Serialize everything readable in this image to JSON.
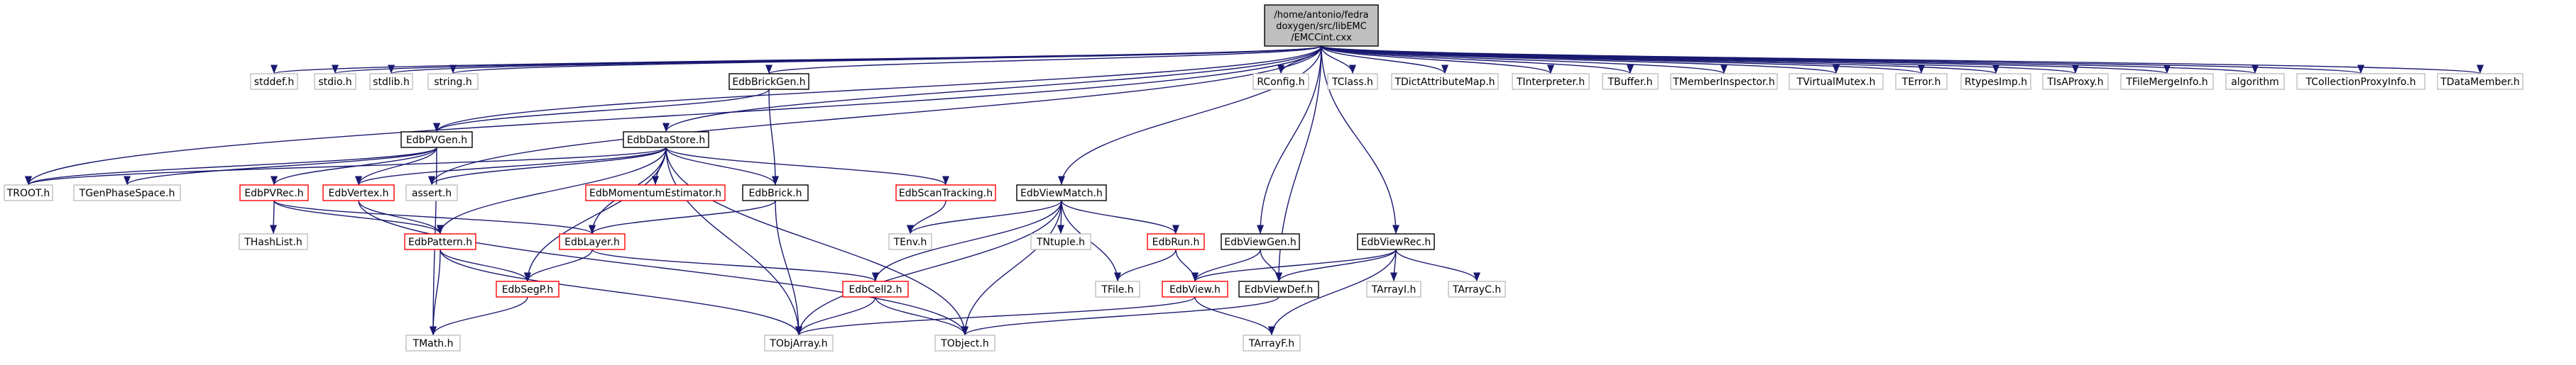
{
  "diagram": {
    "colors": {
      "edge": "#191970",
      "root_fill": "#bfbfbf",
      "root_border": "#000000",
      "local_border": "#000000",
      "incomplete_border": "#ff0000",
      "system_border": "#bfbfbf",
      "fill": "#ffffff"
    },
    "nodes": [
      {
        "id": "root",
        "lines": [
          "/home/antonio/fedra",
          "doxygen/src/libEMC",
          "/EMCCint.cxx"
        ],
        "kind": "root"
      },
      {
        "id": "stddef",
        "lines": [
          "stddef.h"
        ],
        "kind": "system"
      },
      {
        "id": "stdio",
        "lines": [
          "stdio.h"
        ],
        "kind": "system"
      },
      {
        "id": "stdlib",
        "lines": [
          "stdlib.h"
        ],
        "kind": "system"
      },
      {
        "id": "string",
        "lines": [
          "string.h"
        ],
        "kind": "system"
      },
      {
        "id": "brickgen",
        "lines": [
          "EdbBrickGen.h"
        ],
        "kind": "local"
      },
      {
        "id": "rconfig",
        "lines": [
          "RConfig.h"
        ],
        "kind": "system"
      },
      {
        "id": "tclass",
        "lines": [
          "TClass.h"
        ],
        "kind": "system"
      },
      {
        "id": "tdict",
        "lines": [
          "TDictAttributeMap.h"
        ],
        "kind": "system"
      },
      {
        "id": "tinterp",
        "lines": [
          "TInterpreter.h"
        ],
        "kind": "system"
      },
      {
        "id": "tbuffer",
        "lines": [
          "TBuffer.h"
        ],
        "kind": "system"
      },
      {
        "id": "tmember",
        "lines": [
          "TMemberInspector.h"
        ],
        "kind": "system"
      },
      {
        "id": "tvirtmutex",
        "lines": [
          "TVirtualMutex.h"
        ],
        "kind": "system"
      },
      {
        "id": "terror",
        "lines": [
          "TError.h"
        ],
        "kind": "system"
      },
      {
        "id": "rtypes",
        "lines": [
          "RtypesImp.h"
        ],
        "kind": "system"
      },
      {
        "id": "tisaproxy",
        "lines": [
          "TIsAProxy.h"
        ],
        "kind": "system"
      },
      {
        "id": "tfilemerge",
        "lines": [
          "TFileMergeInfo.h"
        ],
        "kind": "system"
      },
      {
        "id": "algorithm",
        "lines": [
          "algorithm"
        ],
        "kind": "system"
      },
      {
        "id": "tcollproxy",
        "lines": [
          "TCollectionProxyInfo.h"
        ],
        "kind": "system"
      },
      {
        "id": "tdatamember",
        "lines": [
          "TDataMember.h"
        ],
        "kind": "system"
      },
      {
        "id": "pvgen",
        "lines": [
          "EdbPVGen.h"
        ],
        "kind": "local"
      },
      {
        "id": "datastore",
        "lines": [
          "EdbDataStore.h"
        ],
        "kind": "local"
      },
      {
        "id": "troot",
        "lines": [
          "TROOT.h"
        ],
        "kind": "system"
      },
      {
        "id": "tgenphase",
        "lines": [
          "TGenPhaseSpace.h"
        ],
        "kind": "system"
      },
      {
        "id": "pvrec",
        "lines": [
          "EdbPVRec.h"
        ],
        "kind": "incomplete"
      },
      {
        "id": "vertex",
        "lines": [
          "EdbVertex.h"
        ],
        "kind": "incomplete"
      },
      {
        "id": "assert",
        "lines": [
          "assert.h"
        ],
        "kind": "system"
      },
      {
        "id": "momentum",
        "lines": [
          "EdbMomentumEstimator.h"
        ],
        "kind": "incomplete"
      },
      {
        "id": "brick",
        "lines": [
          "EdbBrick.h"
        ],
        "kind": "local"
      },
      {
        "id": "scantrack",
        "lines": [
          "EdbScanTracking.h"
        ],
        "kind": "incomplete"
      },
      {
        "id": "viewmatch",
        "lines": [
          "EdbViewMatch.h"
        ],
        "kind": "local"
      },
      {
        "id": "thashlist",
        "lines": [
          "THashList.h"
        ],
        "kind": "system"
      },
      {
        "id": "pattern",
        "lines": [
          "EdbPattern.h"
        ],
        "kind": "incomplete"
      },
      {
        "id": "layer",
        "lines": [
          "EdbLayer.h"
        ],
        "kind": "incomplete"
      },
      {
        "id": "tenv",
        "lines": [
          "TEnv.h"
        ],
        "kind": "system"
      },
      {
        "id": "tntuple",
        "lines": [
          "TNtuple.h"
        ],
        "kind": "system"
      },
      {
        "id": "run",
        "lines": [
          "EdbRun.h"
        ],
        "kind": "incomplete"
      },
      {
        "id": "viewgen",
        "lines": [
          "EdbViewGen.h"
        ],
        "kind": "local"
      },
      {
        "id": "viewrec",
        "lines": [
          "EdbViewRec.h"
        ],
        "kind": "local"
      },
      {
        "id": "segp",
        "lines": [
          "EdbSegP.h"
        ],
        "kind": "incomplete"
      },
      {
        "id": "cell2",
        "lines": [
          "EdbCell2.h"
        ],
        "kind": "incomplete"
      },
      {
        "id": "tfile",
        "lines": [
          "TFile.h"
        ],
        "kind": "system"
      },
      {
        "id": "view",
        "lines": [
          "EdbView.h"
        ],
        "kind": "incomplete"
      },
      {
        "id": "viewdef",
        "lines": [
          "EdbViewDef.h"
        ],
        "kind": "local"
      },
      {
        "id": "tarrayi",
        "lines": [
          "TArrayI.h"
        ],
        "kind": "system"
      },
      {
        "id": "tarrayc",
        "lines": [
          "TArrayC.h"
        ],
        "kind": "system"
      },
      {
        "id": "tmath",
        "lines": [
          "TMath.h"
        ],
        "kind": "system"
      },
      {
        "id": "tobjarray",
        "lines": [
          "TObjArray.h"
        ],
        "kind": "system"
      },
      {
        "id": "tobject",
        "lines": [
          "TObject.h"
        ],
        "kind": "system"
      },
      {
        "id": "tarrayf",
        "lines": [
          "TArrayF.h"
        ],
        "kind": "system"
      }
    ],
    "edges": [
      [
        "root",
        "stddef"
      ],
      [
        "root",
        "stdio"
      ],
      [
        "root",
        "stdlib"
      ],
      [
        "root",
        "string"
      ],
      [
        "root",
        "brickgen"
      ],
      [
        "root",
        "rconfig"
      ],
      [
        "root",
        "tclass"
      ],
      [
        "root",
        "tdict"
      ],
      [
        "root",
        "tinterp"
      ],
      [
        "root",
        "tbuffer"
      ],
      [
        "root",
        "tmember"
      ],
      [
        "root",
        "tvirtmutex"
      ],
      [
        "root",
        "terror"
      ],
      [
        "root",
        "rtypes"
      ],
      [
        "root",
        "tisaproxy"
      ],
      [
        "root",
        "tfilemerge"
      ],
      [
        "root",
        "algorithm"
      ],
      [
        "root",
        "tcollproxy"
      ],
      [
        "root",
        "tdatamember"
      ],
      [
        "root",
        "pvgen"
      ],
      [
        "root",
        "datastore"
      ],
      [
        "root",
        "viewmatch"
      ],
      [
        "root",
        "viewgen"
      ],
      [
        "root",
        "viewrec"
      ],
      [
        "root",
        "troot"
      ],
      [
        "root",
        "assert"
      ],
      [
        "root",
        "viewdef"
      ],
      [
        "brickgen",
        "pvgen"
      ],
      [
        "brickgen",
        "brick"
      ],
      [
        "pvgen",
        "troot"
      ],
      [
        "pvgen",
        "tgenphase"
      ],
      [
        "pvgen",
        "pvrec"
      ],
      [
        "pvgen",
        "vertex"
      ],
      [
        "pvgen",
        "tmath"
      ],
      [
        "datastore",
        "troot"
      ],
      [
        "datastore",
        "vertex"
      ],
      [
        "datastore",
        "assert"
      ],
      [
        "datastore",
        "momentum"
      ],
      [
        "datastore",
        "brick"
      ],
      [
        "datastore",
        "scantrack"
      ],
      [
        "datastore",
        "pattern"
      ],
      [
        "datastore",
        "layer"
      ],
      [
        "datastore",
        "segp"
      ],
      [
        "datastore",
        "tobjarray"
      ],
      [
        "datastore",
        "tobject"
      ],
      [
        "pvrec",
        "thashlist"
      ],
      [
        "pvrec",
        "pattern"
      ],
      [
        "pvrec",
        "layer"
      ],
      [
        "vertex",
        "pattern"
      ],
      [
        "vertex",
        "tobject"
      ],
      [
        "brick",
        "layer"
      ],
      [
        "brick",
        "tobjarray"
      ],
      [
        "scantrack",
        "tenv"
      ],
      [
        "viewmatch",
        "tenv"
      ],
      [
        "viewmatch",
        "tntuple"
      ],
      [
        "viewmatch",
        "run"
      ],
      [
        "viewmatch",
        "cell2"
      ],
      [
        "viewmatch",
        "tfile"
      ],
      [
        "viewmatch",
        "tobjarray"
      ],
      [
        "viewmatch",
        "tobject"
      ],
      [
        "pattern",
        "segp"
      ],
      [
        "pattern",
        "tmath"
      ],
      [
        "pattern",
        "tobjarray"
      ],
      [
        "layer",
        "segp"
      ],
      [
        "layer",
        "cell2"
      ],
      [
        "run",
        "tfile"
      ],
      [
        "run",
        "view"
      ],
      [
        "viewgen",
        "view"
      ],
      [
        "viewgen",
        "viewdef"
      ],
      [
        "viewrec",
        "view"
      ],
      [
        "viewrec",
        "viewdef"
      ],
      [
        "viewrec",
        "tarrayi"
      ],
      [
        "viewrec",
        "tarrayc"
      ],
      [
        "viewrec",
        "tarrayf"
      ],
      [
        "segp",
        "tmath"
      ],
      [
        "cell2",
        "tobjarray"
      ],
      [
        "cell2",
        "tobject"
      ],
      [
        "view",
        "tobjarray"
      ],
      [
        "view",
        "tarrayf"
      ],
      [
        "viewdef",
        "tobject"
      ]
    ]
  }
}
